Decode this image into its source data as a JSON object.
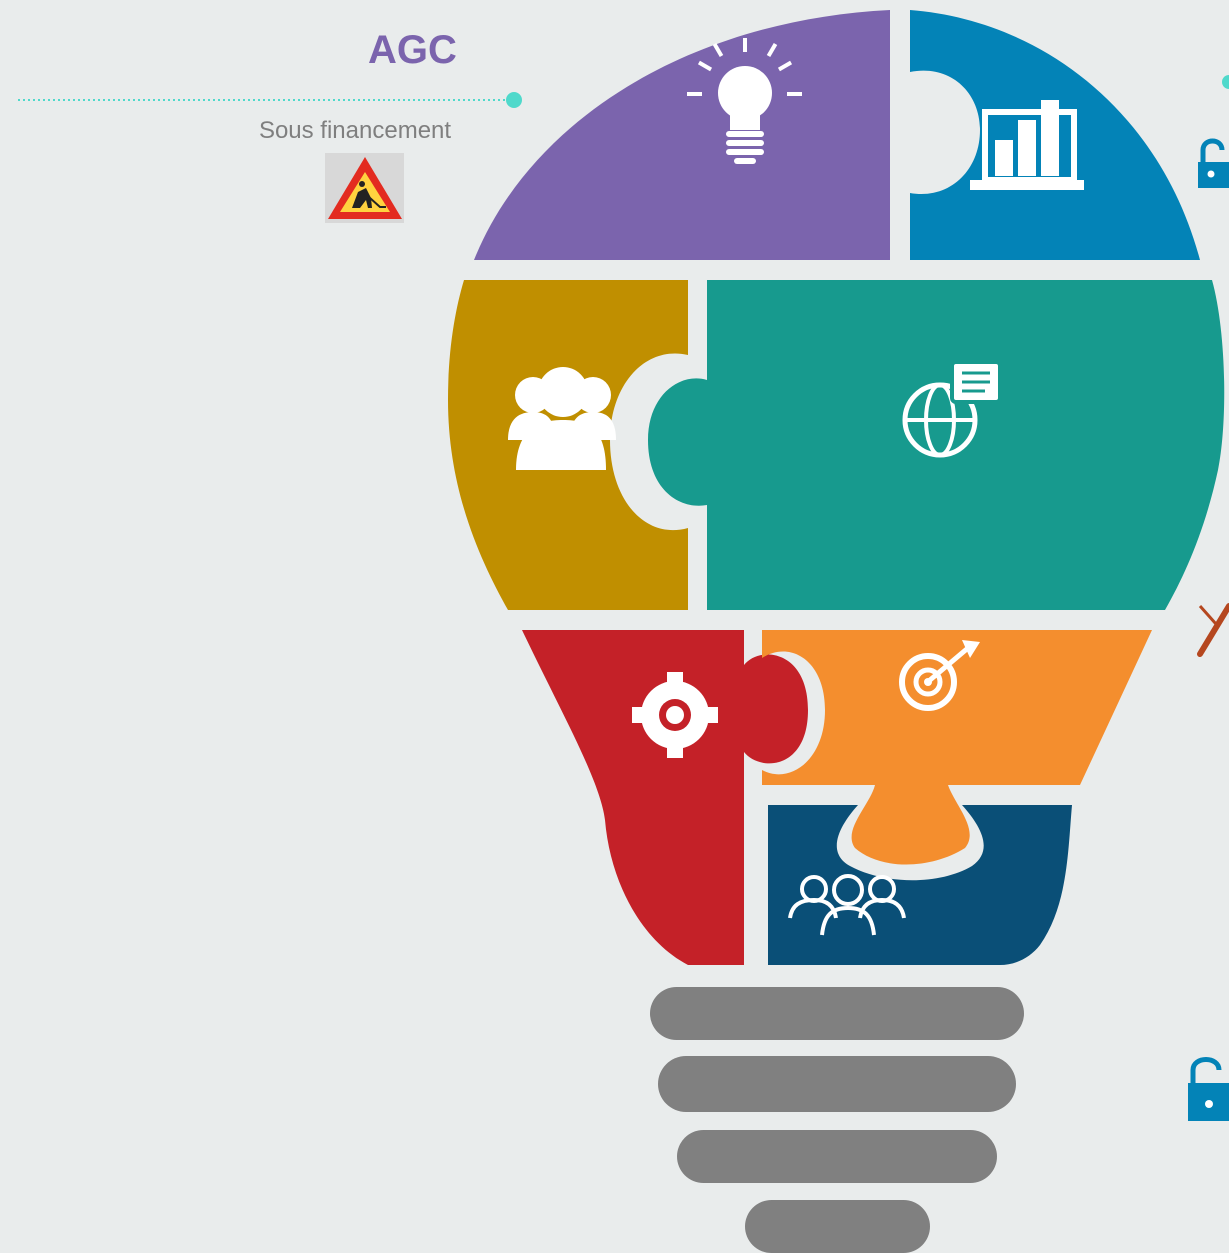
{
  "agc": {
    "title": "AGC",
    "status": "Sous financement",
    "status_icon": "road-works-warning-icon"
  },
  "colors": {
    "background": "#e9ecec",
    "purple": "#7b64ad",
    "blue": "#0383b7",
    "mustard": "#c08f00",
    "teal": "#179a8e",
    "red": "#c42128",
    "orange": "#f48e2e",
    "navy": "#0a4f77",
    "base": "#808080",
    "leader": "#4fd9cb"
  },
  "pieces": [
    {
      "name": "idea",
      "color": "#7b64ad",
      "icon": "lightbulb-icon"
    },
    {
      "name": "analytics",
      "color": "#0383b7",
      "icon": "bar-chart-laptop-icon"
    },
    {
      "name": "team",
      "color": "#c08f00",
      "icon": "people-group-icon"
    },
    {
      "name": "global",
      "color": "#179a8e",
      "icon": "globe-chat-icon"
    },
    {
      "name": "process",
      "color": "#c42128",
      "icon": "gear-icon"
    },
    {
      "name": "goal",
      "color": "#f48e2e",
      "icon": "target-arrow-icon"
    },
    {
      "name": "community",
      "color": "#0a4f77",
      "icon": "users-icon"
    }
  ],
  "side_icons": [
    "lock-icon",
    "tools-icon",
    "lock-icon"
  ]
}
